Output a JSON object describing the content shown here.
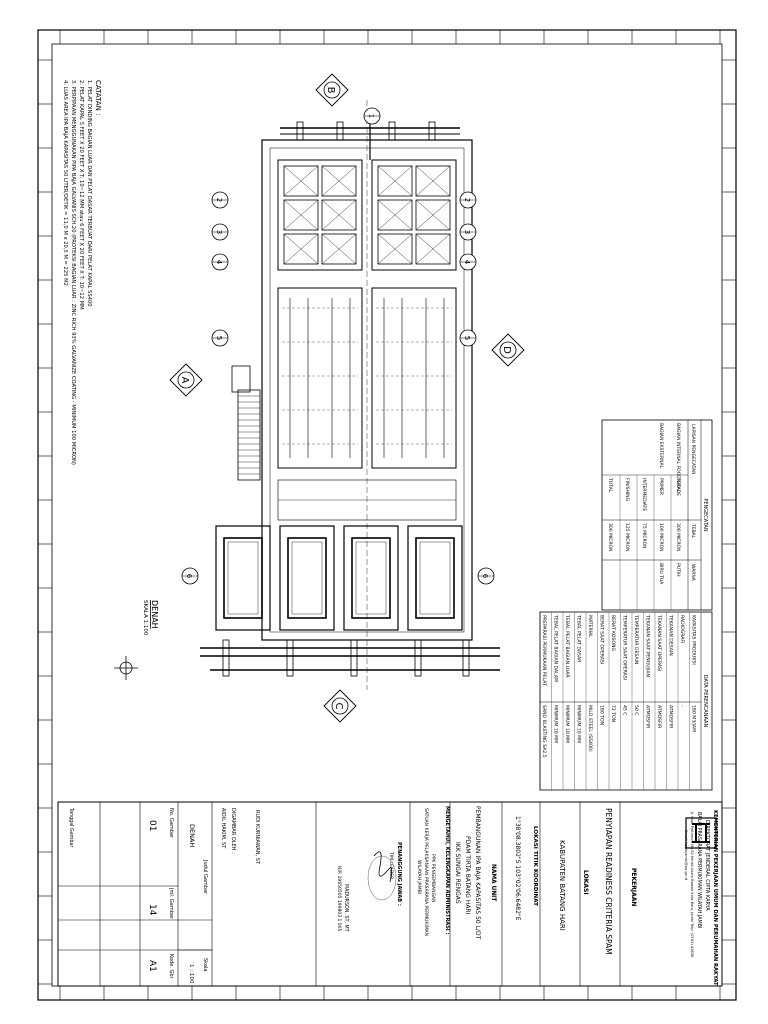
{
  "drawing": {
    "title": "DENAH",
    "scale_label": "SKALA 1:100",
    "notes_title": "CATATAN :",
    "notes": [
      "1. PELAT DINDING BAGIAN LUAR DAN PELAT DASAR TERBUAT DARI PELAT KAPAL SS400",
      "2. PELAT KAPAL 5 FEET X 20 FEET X T: 10~12 MM atau 6 FEET X 20 FEET X T: 10~12 MM",
      "3. PERPIPAAN MENGGUNAKAN PIPA BAJA GALVANIS SCH.20 (PROTEKSI BAGIAN LUAR : ZINC RICH 93% GALVANIZE COATING - MINIMUM 100 MICRON)",
      "4. LUAS AREA IPA BAJA KAPASITAS 50 LITER/DETIK = 11,0 M x 20,5 M = 225 M2"
    ],
    "section_markers": [
      "A",
      "B",
      "C",
      "D"
    ],
    "pipe_markers": [
      "1",
      "2",
      "3",
      "4",
      "5",
      "6"
    ]
  },
  "coating_table": {
    "header": "PENGECATAN",
    "columns": [
      "LAPISAN PENGECATAN",
      "TEBAL",
      "WARNA"
    ],
    "rows": [
      {
        "layer": "BAGIAN INTERNAL FOOD GRADE",
        "sub": "TOTAL",
        "thickness": "300 MICRON",
        "color": "PUTIH"
      },
      {
        "layer": "BAGIAN EKSTERNAL",
        "sub": "PRIMER",
        "thickness": "100 MICRON",
        "color": "BIRU TUA"
      },
      {
        "layer": "",
        "sub": "INTERMEDIATE",
        "thickness": "75 MICRON",
        "color": ""
      },
      {
        "layer": "",
        "sub": "FINISHING",
        "thickness": "125 MICRON",
        "color": ""
      },
      {
        "layer": "",
        "sub": "TOTAL",
        "thickness": "300 MICRON",
        "color": ""
      }
    ]
  },
  "design_table": {
    "header": "DATA PERENCANAAN",
    "rows": [
      {
        "label": "KAPASITAS PRODUKSI",
        "value": "180 M3/JAM"
      },
      {
        "label": "RADIOGRAFI",
        "value": "-"
      },
      {
        "label": "TEKANAN DESAIN",
        "value": "ATMOSFIR"
      },
      {
        "label": "TEKANAN SAAT OPERASI",
        "value": "ATMOSFIR"
      },
      {
        "label": "TEKANAN SAAT PENGUJIAN",
        "value": "ATMOSFIR"
      },
      {
        "label": "TEMPERATUR DESAIN",
        "value": "50 C"
      },
      {
        "label": "TEMPERATUR SAAT OPERASI",
        "value": "45 C"
      },
      {
        "label": "BERAT KOSONG",
        "value": "72 TON"
      },
      {
        "label": "BERAT SAAT OPERASI",
        "value": "180 TON"
      },
      {
        "label": "MATERIAL",
        "value": "MILD STEEL (SS400)"
      },
      {
        "label": "TEBAL PELAT DASAR",
        "value": "MINIMUM 10 MM"
      },
      {
        "label": "TEBAL PELAT BAGIAN LUAR",
        "value": "MINIMUM 10 MM"
      },
      {
        "label": "TEBAL PELAT BAGIAN DALAM",
        "value": "MINIMUM 10 MM"
      },
      {
        "label": "PREPARASI PERMUKAAN PELAT",
        "value": "SAND BLASTING SA2.5"
      }
    ]
  },
  "title_block": {
    "ministry": "KEMENTERIAN PEKERJAAN UMUM DAN PERUMAHAN RAKYAT",
    "directorate": "DIREKTORAT JENDERAL CIPTA KARYA",
    "unit": "BALAI PRASARANA PERMUKIMAN WILAYAH JAMBI",
    "address": "Jl. Kapt Pattimura No.52 Kenali Asam Bawah Kota Baru, Jambi Telp: (0741) 43636",
    "email": "Email: bppwjambi@pu.go.id",
    "work_label": "PEKERJAAN",
    "work_title": "PENYIAPAN READINESS CRITERIA SPAM",
    "location_label": "LOKASI",
    "location": "KABUPATEN BATANG HARI",
    "coord_label": "LOKASI TITIK KOORDINAT",
    "coord": "1°38'08.3802\"S 103°02'06.6482\"E",
    "unit_name_label": "NAMA UNIT",
    "unit_name": "PEMBANGUNAN IPA BAJA KAPASITAS 50 L/DT PDAM TIRTA BATANG HARI IKK SUNGAI RENGAS",
    "approve_label": "MENGETAHUI, KELENGKAPAN ADMINISTRASI :",
    "approve_org1": "PPK PENGEMBANGAN",
    "approve_org2": "SATUAN KERJA PELAKSANAAN PRASARANA PERMUKIMAN",
    "approve_org3": "WILAYAH JAMBI",
    "approve_name": "MADURSON, ST, MT",
    "approve_nip": "NIP. 19650505 199803 1 005",
    "resp_label": "PENANGGUNG JAWAB :",
    "resp_role": "TIM LEADER",
    "resp_name": "RUDI KURNIAWAN, ST",
    "drawn_label": "DIGAMBAR OLEH :",
    "drawn_name": "AIDIL HAKIM, ST",
    "drawing_title_label": "Judul Gambar",
    "drawing_title": "DENAH",
    "scale_label": "Skala",
    "scale": "1 : 100",
    "no_label": "No. Gambar",
    "no": "01",
    "count_label": "Jml. Gambar",
    "count": "14",
    "code_label": "Kode. Gbr",
    "code": "A1",
    "date_label": "Tanggal Gambar"
  }
}
